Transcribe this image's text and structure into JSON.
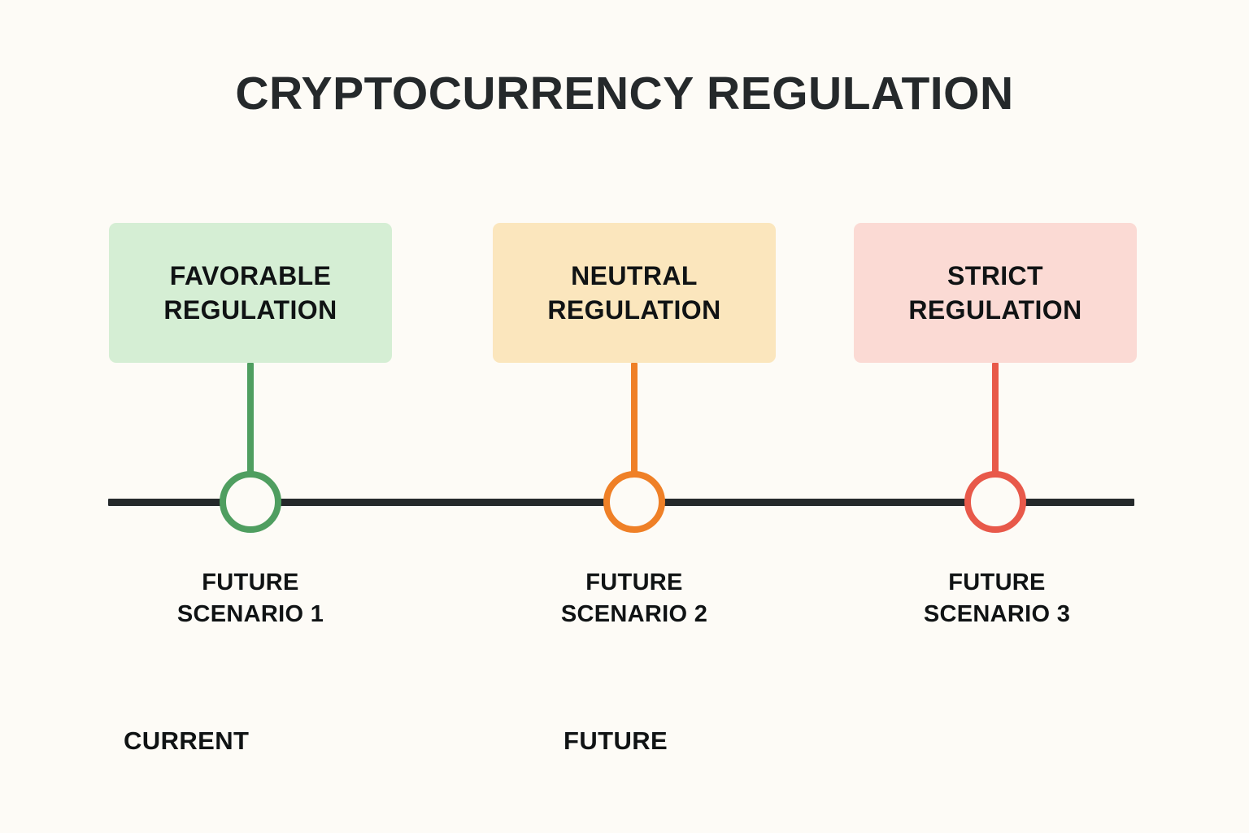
{
  "page": {
    "title": "CRYPTOCURRENCY REGULATION",
    "background_color": "#fdfbf6",
    "text_color": "#101314"
  },
  "timeline": {
    "axis_color": "#25292b",
    "milestones": [
      {
        "card_label": "FAVORABLE\nREGULATION",
        "caption": "FUTURE\nSCENARIO 1",
        "accent_color": "#4f9e60",
        "card_background": "#d5eed4"
      },
      {
        "card_label": "NEUTRAL\nREGULATION",
        "caption": "FUTURE\nSCENARIO 2",
        "accent_color": "#ef8027",
        "card_background": "#fbe6bd"
      },
      {
        "card_label": "STRICT\nREGULATION",
        "caption": "FUTURE\nSCENARIO 3",
        "accent_color": "#e8594a",
        "card_background": "#fbdad4"
      }
    ],
    "eras": [
      {
        "label": "CURRENT"
      },
      {
        "label": "FUTURE"
      }
    ]
  }
}
